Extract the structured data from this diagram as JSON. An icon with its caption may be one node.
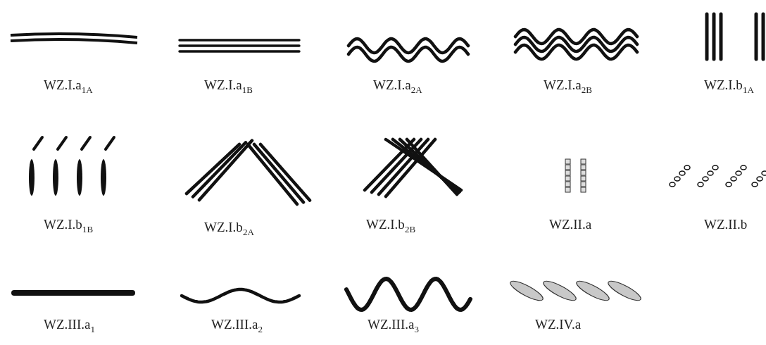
{
  "diagram": {
    "labels": [
      "WZ.I.a$_{1A}$",
      "WZ.I.a$_{1B}$",
      "WZ.I.a$_{2A}$",
      "WZ.I.a$_{2B}$",
      "WZ.I.b$_{1A}$",
      "WZ.I.b$_{1B}$",
      "WZ.I.b$_{2A}$",
      "WZ.I.b$_{2B}$",
      "WZ.II.a",
      "WZ.II.b",
      "WZ.III.a$_{1}$",
      "WZ.III.a$_{2}$",
      "WZ.III.a$_{3}$",
      "WZ.IV.a"
    ]
  }
}
